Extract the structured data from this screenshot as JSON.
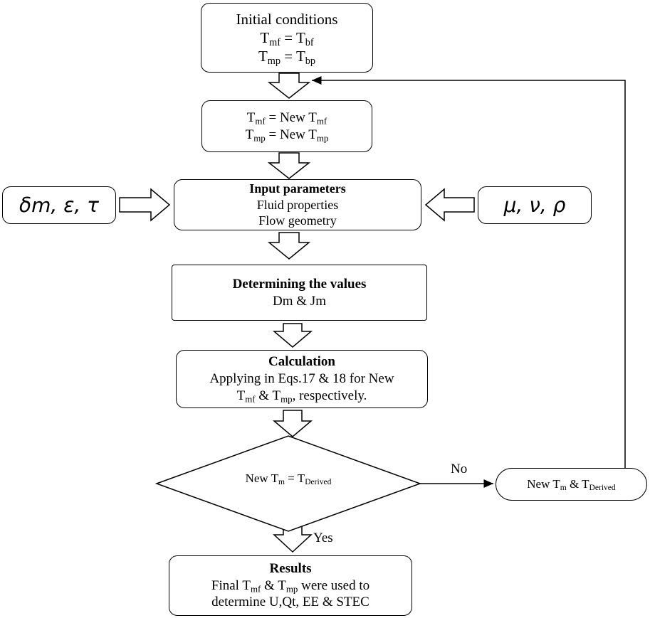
{
  "initial_conditions": {
    "title": "Initial conditions",
    "eq1": {
      "lhs_main": "T",
      "lhs_sub": "mf",
      "op": " = ",
      "rhs_main": "T",
      "rhs_sub": "bf"
    },
    "eq2": {
      "lhs_main": "T",
      "lhs_sub": "mp",
      "op": " = ",
      "rhs_main": "T",
      "rhs_sub": "bp"
    }
  },
  "update": {
    "eq1": {
      "lhs_main": "T",
      "lhs_sub": "mf",
      "op": " = New ",
      "rhs_main": "T",
      "rhs_sub": "mf"
    },
    "eq2": {
      "lhs_main": "T",
      "lhs_sub": "mp",
      "op": " = New ",
      "rhs_main": "T",
      "rhs_sub": "mp"
    }
  },
  "input_parameters": {
    "title": "Input parameters",
    "line1": "Fluid properties",
    "line2": "Flow geometry"
  },
  "left_input": "δm, ε, τ",
  "right_input": "μ, ν, ρ",
  "determining": {
    "title": "Determining the values",
    "line1": "Dm & Jm"
  },
  "calculation": {
    "title": "Calculation",
    "line1": "Applying in Eqs.17 & 18 for New",
    "line2_a": "T",
    "line2_a_sub": "mf",
    "line2_b": " & T",
    "line2_b_sub": "mp",
    "line2_c": ", respectively."
  },
  "decision": {
    "a": "New T",
    "a_sub": "m",
    "b": " = T",
    "b_sub": "Derived"
  },
  "loop_node": {
    "a": "New T",
    "a_sub": "m",
    "b": " & T",
    "b_sub": "Derived"
  },
  "edge_labels": {
    "no": "No",
    "yes": "Yes"
  },
  "results": {
    "title": "Results",
    "line1_a": "Final T",
    "line1_a_sub": "mf",
    "line1_b": " & T",
    "line1_b_sub": "mp",
    "line1_c": " were used to",
    "line2": "determine U,Qt, EE & STEC"
  }
}
